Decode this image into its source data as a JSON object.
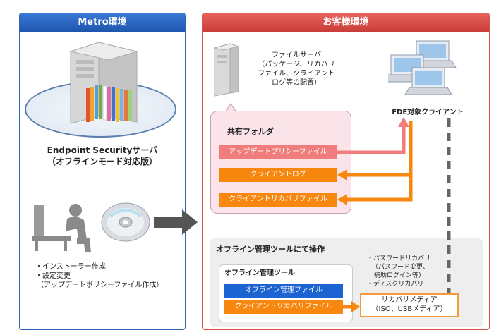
{
  "left_panel": {
    "title": "Metro環境",
    "server_label_1": "Endpoint Securityサーバ",
    "server_label_2": "（オフラインモード対応版）",
    "bullets": [
      "・インストーラー作成",
      "・設定変更",
      "（アップデートポリシーファイル作成）"
    ]
  },
  "right_panel": {
    "title": "お客様環境",
    "file_server": {
      "title": "ファイルサーバ",
      "desc": [
        "（パッケージ、リカバリ",
        "ファイル、クライアント",
        "ログ等の配置）"
      ]
    },
    "client": {
      "label": "FDE対象クライアント"
    },
    "shared_folder": {
      "title": "共有フォルダ",
      "items": [
        "アップデートプリシーファイル",
        "クライアントログ",
        "クライアントリカバリファイル"
      ]
    },
    "offline": {
      "title": "オフライン管理ツールにて操作",
      "tool_title": "オフライン管理ツール",
      "tool_items": [
        "オフライン管理ファイル",
        "クライアントリカバリファイル"
      ],
      "notes": [
        "・パスワードリカバリ",
        "（パスワード変更、",
        "補助ログイン等）",
        "・ディスクリカバリ"
      ],
      "media": [
        "リカバリメディア",
        "（ISO、USBメディア）"
      ]
    }
  },
  "colors": {
    "blue_header": "#1e56ad",
    "red_header": "#c93d39",
    "pink_bar": "#f07c7c",
    "orange_bar": "#f7870f",
    "blue_bar": "#1c64d1",
    "shared_bg": "#fbe3ea"
  },
  "icons": [
    "server-rack-icon",
    "file-server-icon",
    "client-pcs-icon",
    "user-at-desk-icon",
    "cd-disc-icon"
  ]
}
